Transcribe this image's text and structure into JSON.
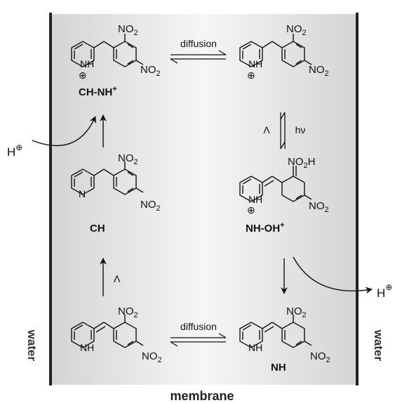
{
  "labels": {
    "diffusion_top": "diffusion",
    "diffusion_bottom": "diffusion",
    "lambda_right": "Λ",
    "hv": "hν",
    "lambda_left": "Λ",
    "h_left": "H",
    "h_right": "H",
    "plus_sign": "⊕",
    "water_left": "water",
    "water_right": "water",
    "membrane": "membrane"
  },
  "molecules": {
    "top_left": {
      "name": "CH-NH",
      "charge": "+",
      "substituent_top": "NO",
      "sub_top_n": "2",
      "substituent_bottom": "NO",
      "sub_bottom_n": "2",
      "n_label": "NH",
      "plus": "⊕"
    },
    "top_right": {
      "substituent_top": "NO",
      "sub_top_n": "2",
      "substituent_bottom": "NO",
      "sub_bottom_n": "2",
      "n_label": "NH",
      "plus": "⊕"
    },
    "middle_left": {
      "name": "CH",
      "substituent_top": "NO",
      "sub_top_n": "2",
      "substituent_bottom": "NO",
      "sub_bottom_n": "2",
      "n_label": "N"
    },
    "middle_right": {
      "name": "NH-OH",
      "charge": "+",
      "substituent_top": "NO",
      "sub_top_n": "2",
      "substituent_top_tail": "H",
      "substituent_bottom": "NO",
      "sub_bottom_n": "2",
      "n_label": "NH",
      "plus": "⊕"
    },
    "bottom_left": {
      "substituent_top": "NO",
      "sub_top_n": "2",
      "substituent_bottom": "NO",
      "sub_bottom_n": "2",
      "n_label": "NH"
    },
    "bottom_right": {
      "name": "NH",
      "substituent_top": "NO",
      "sub_top_n": "2",
      "substituent_bottom": "NO",
      "sub_bottom_n": "2",
      "n_label": "NH"
    }
  }
}
